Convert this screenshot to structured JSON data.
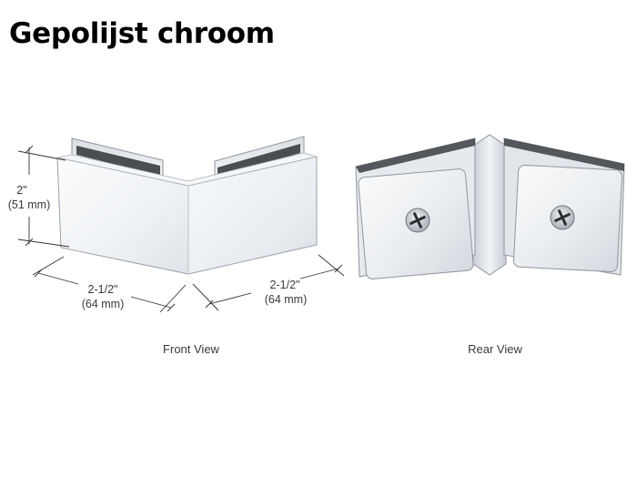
{
  "title": "Gepolijst chroom",
  "dimensions": {
    "height_in": "2\"",
    "height_mm": "(51 mm)",
    "left_width_in": "2-1/2\"",
    "left_width_mm": "(64 mm)",
    "right_width_in": "2-1/2\"",
    "right_width_mm": "(64 mm)"
  },
  "captions": {
    "front": "Front View",
    "rear": "Rear View"
  }
}
